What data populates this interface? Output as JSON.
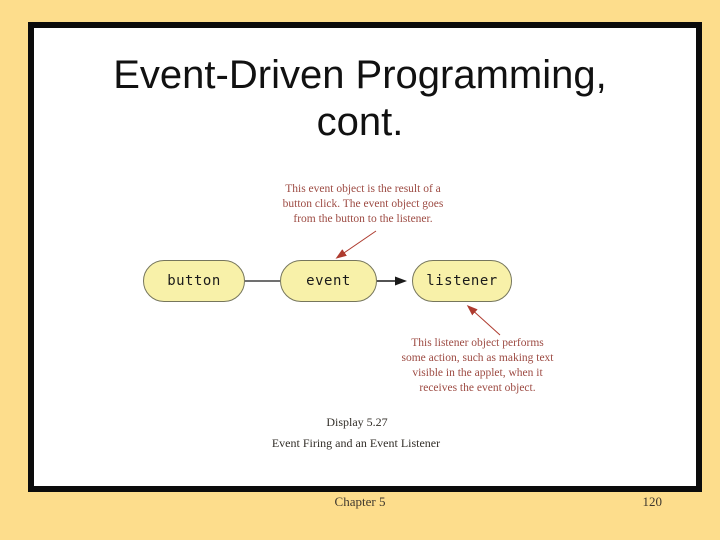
{
  "slide": {
    "title_lines": [
      "Event-Driven Programming,",
      "cont."
    ]
  },
  "diagram": {
    "top_annotation_lines": [
      "This event object is the result of a",
      "button click. The event object goes",
      "from the button to the listener."
    ],
    "bottom_annotation_lines": [
      "This listener object performs",
      "some action, such as making text",
      "visible in the applet, when it",
      "receives the event object."
    ],
    "nodes": [
      {
        "label": "button"
      },
      {
        "label": "event"
      },
      {
        "label": "listener"
      }
    ],
    "caption_display": "Display 5.27",
    "caption_title": "Event Firing and an Event Listener"
  },
  "footer": {
    "chapter": "Chapter 5",
    "page_number": "120"
  },
  "colors": {
    "page_bg": "#FDDD8C",
    "frame_border": "#0B0B0B",
    "title_color": "#111111",
    "node_fill": "#F8F1A9",
    "node_border": "#76765C",
    "annotation_red": "#9D4B43",
    "arrow_red": "#AE3B2F",
    "connector_black": "#1A1A1A",
    "caption_color": "#322E28",
    "footer_color": "#3F382E"
  }
}
